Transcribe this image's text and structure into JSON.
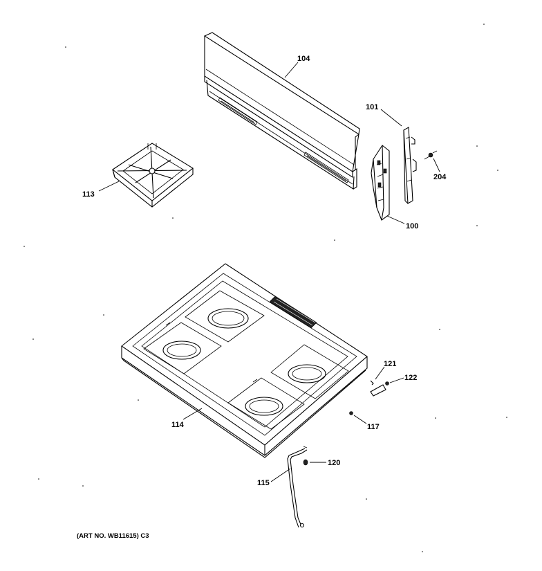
{
  "labels": {
    "p104": "104",
    "p101": "101",
    "p204": "204",
    "p113": "113",
    "p100": "100",
    "p121": "121",
    "p122": "122",
    "p114": "114",
    "p117": "117",
    "p120": "120",
    "p115": "115"
  },
  "caption": "(ART NO. WB11615) C3"
}
